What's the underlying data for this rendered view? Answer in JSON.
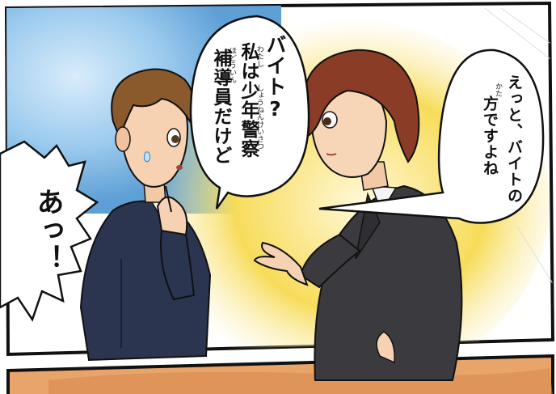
{
  "panel_top": {
    "speech_left": "あっ！",
    "speech_boy": {
      "line1": "バイト?",
      "line2": "私は少年警察",
      "line3": "補導員だけど",
      "ruby_watashi": "わたし",
      "ruby_shounenkeisatsu": "しょうねんけいさつ",
      "ruby_hodouin": "ほどういん"
    },
    "speech_woman": {
      "line1": "えっと、バイトの",
      "line2": "方ですよね",
      "ruby_kata": "かた"
    }
  },
  "colors": {
    "panel_border": "#111111",
    "bg_blue": "#8fc3ea",
    "bg_yellow": "#f5d64a",
    "bottom_panel": "#e9a46a"
  }
}
